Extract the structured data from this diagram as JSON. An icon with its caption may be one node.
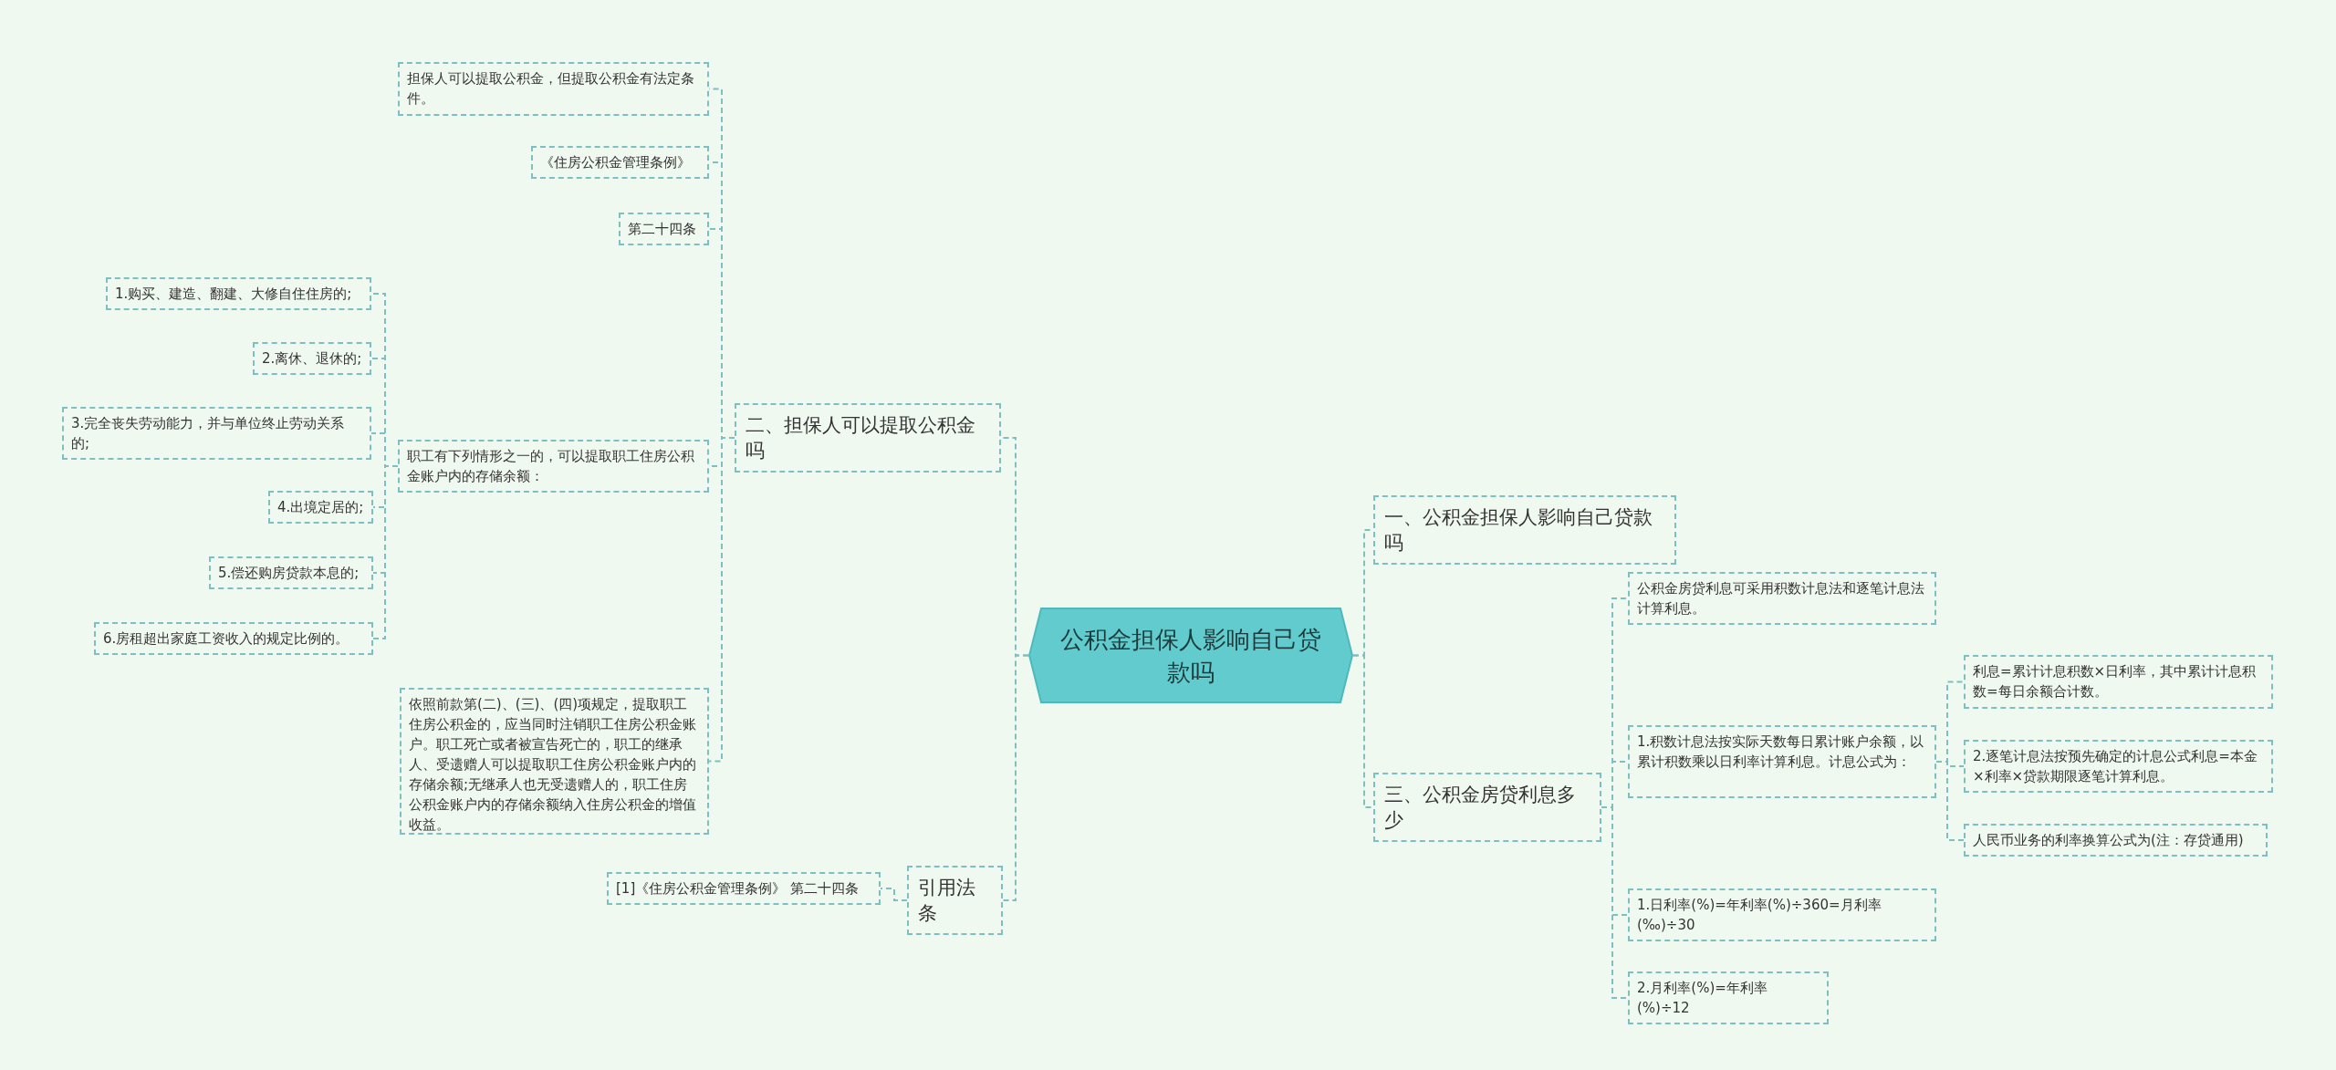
{
  "diagram": {
    "nodes": [
      {
        "text": [
          "公积金担保人影响自己贷款吗"
        ]
      },
      {
        "text": [
          "二、担保人可以提取公积金吗"
        ]
      },
      {
        "text": [
          "担保人可以提取公积金，但提取公积金有法定条件。"
        ]
      },
      {
        "text": [
          "《住房公积金管理条例》"
        ]
      },
      {
        "text": [
          "第二十四条"
        ]
      },
      {
        "text": [
          "职工有下列情形之一的，可以提取职工住房公积金账户内的存储余额："
        ]
      },
      {
        "text": [
          "1.购买、建造、翻建、大修自住住房的;"
        ]
      },
      {
        "text": [
          "2.离休、退休的;"
        ]
      },
      {
        "text": [
          "3.完全丧失劳动能力，并与单位终止劳动关系的;"
        ]
      },
      {
        "text": [
          "4.出境定居的;"
        ]
      },
      {
        "text": [
          "5.偿还购房贷款本息的;"
        ]
      },
      {
        "text": [
          "6.房租超出家庭工资收入的规定比例的。"
        ]
      },
      {
        "text": [
          "依照前款第(二)、(三)、(四)项规定，提取职工住房公积金的，应当同时注销职工住房公积金账户。职工死亡或者被宣告死亡的，职工的继承人、受遗赠人可以提取职工住房公积金账户内的存储余额;无继承人也无受遗赠人的，职工住房公积金账户内的存储余额纳入住房公积金的增值收益。"
        ]
      },
      {
        "text": [
          "引用法条"
        ]
      },
      {
        "text": [
          "[1]《住房公积金管理条例》 第二十四条"
        ]
      },
      {
        "text": [
          "一、公积金担保人影响自己贷款吗"
        ]
      },
      {
        "text": [
          "三、公积金房贷利息多少"
        ]
      },
      {
        "text": [
          "公积金房贷利息可采用积数计息法和逐笔计息法计算利息。"
        ]
      },
      {
        "text": [
          "1.积数计息法按实际天数每日累计账户余额，以累计积数乘以日利率计算利息。计息公式为："
        ]
      },
      {
        "text": [
          "利息=累计计息积数×日利率，其中累计计息积数=每日余额合计数。"
        ]
      },
      {
        "text": [
          "2.逐笔计息法按预先确定的计息公式利息=本金×利率×贷款期限逐笔计算利息。"
        ]
      },
      {
        "text": [
          "人民币业务的利率换算公式为(注：存贷通用)"
        ]
      },
      {
        "text": [
          "1.日利率(%)=年利率(%)÷360=月利率(‰)÷30"
        ]
      },
      {
        "text": [
          "2.月利率(%)=年利率(%)÷12"
        ]
      }
    ],
    "edges": [
      {
        "from": 0,
        "to": 1,
        "arrow": "none"
      },
      {
        "from": 1,
        "to": 2,
        "arrow": "none"
      },
      {
        "from": 1,
        "to": 3,
        "arrow": "none"
      },
      {
        "from": 1,
        "to": 4,
        "arrow": "none"
      },
      {
        "from": 1,
        "to": 5,
        "arrow": "none"
      },
      {
        "from": 5,
        "to": 6,
        "arrow": "none"
      },
      {
        "from": 5,
        "to": 7,
        "arrow": "none"
      },
      {
        "from": 5,
        "to": 8,
        "arrow": "none"
      },
      {
        "from": 5,
        "to": 9,
        "arrow": "none"
      },
      {
        "from": 5,
        "to": 10,
        "arrow": "none"
      },
      {
        "from": 5,
        "to": 11,
        "arrow": "none"
      },
      {
        "from": 1,
        "to": 12,
        "arrow": "none"
      },
      {
        "from": 0,
        "to": 13,
        "arrow": "none"
      },
      {
        "from": 13,
        "to": 14,
        "arrow": "none"
      },
      {
        "from": 0,
        "to": 15,
        "arrow": "none"
      },
      {
        "from": 0,
        "to": 16,
        "arrow": "none"
      },
      {
        "from": 16,
        "to": 17,
        "arrow": "none"
      },
      {
        "from": 16,
        "to": 18,
        "arrow": "none"
      },
      {
        "from": 18,
        "to": 19,
        "arrow": "none"
      },
      {
        "from": 18,
        "to": 20,
        "arrow": "none"
      },
      {
        "from": 18,
        "to": 21,
        "arrow": "none"
      },
      {
        "from": 16,
        "to": 22,
        "arrow": "none"
      },
      {
        "from": 16,
        "to": 23,
        "arrow": "none"
      }
    ]
  }
}
